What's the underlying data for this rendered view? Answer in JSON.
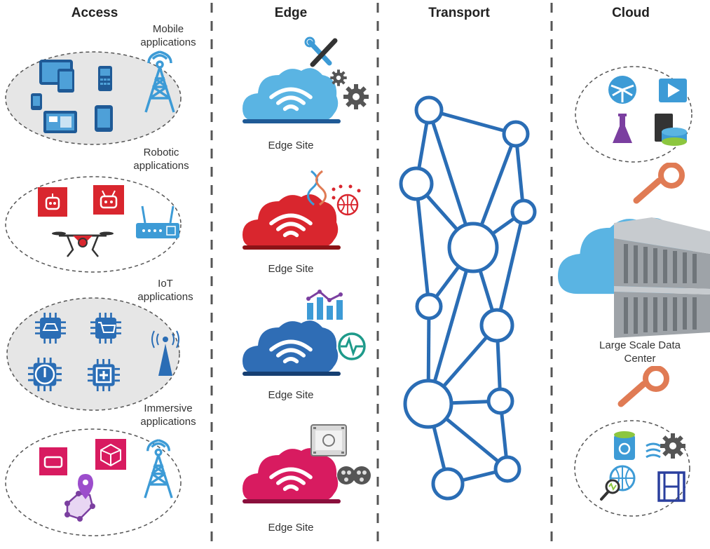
{
  "columns": {
    "access": "Access",
    "edge": "Edge",
    "transport": "Transport",
    "cloud": "Cloud"
  },
  "access": {
    "mobile": "Mobile\napplications",
    "robotic": "Robotic\napplications",
    "iot": "IoT\napplications",
    "immersive": "Immersive\napplications"
  },
  "edge": {
    "site1": "Edge Site",
    "site2": "Edge Site",
    "site3": "Edge Site",
    "site4": "Edge Site"
  },
  "cloud": {
    "datacenter": "Large Scale Data\nCenter"
  },
  "colors": {
    "cloud_light_blue": "#5ab4e3",
    "cloud_red": "#d9262e",
    "cloud_dark_blue": "#2f6db5",
    "cloud_magenta": "#d81b60",
    "network_blue": "#2a6db5",
    "accent_red": "#d9262e",
    "connector_orange": "#e07b54"
  }
}
